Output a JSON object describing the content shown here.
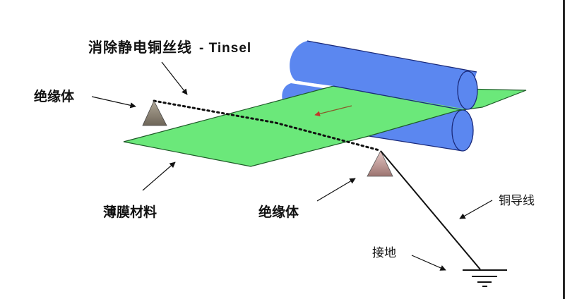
{
  "diagram": {
    "title": "Film static elimination with tinsel grounding",
    "labels": {
      "tinsel_cn": "消除静电铜丝线",
      "tinsel_en": "- Tinsel",
      "insulator_left": "绝缘体",
      "insulator_right": "绝缘体",
      "film_material": "薄膜材料",
      "copper_wire": "铜导线",
      "ground": "接地"
    },
    "colors": {
      "film": "#6BE87A",
      "roller": "#5B87F0",
      "roller_outline": "#1A2A7A",
      "insulator_left": "#8A8070",
      "insulator_right": "#C09A98",
      "direction_arrow": "#C0392B",
      "line": "#111111"
    },
    "elements": [
      {
        "id": "upper-roller",
        "type": "cylinder"
      },
      {
        "id": "lower-roller",
        "type": "cylinder"
      },
      {
        "id": "film-sheet",
        "type": "plane"
      },
      {
        "id": "tinsel",
        "type": "dotted-line"
      },
      {
        "id": "copper-wire",
        "type": "line"
      },
      {
        "id": "ground-symbol",
        "type": "ground"
      },
      {
        "id": "insulator-left",
        "type": "triangle"
      },
      {
        "id": "insulator-right",
        "type": "triangle"
      },
      {
        "id": "film-direction",
        "type": "arrow",
        "direction": "left"
      }
    ]
  }
}
